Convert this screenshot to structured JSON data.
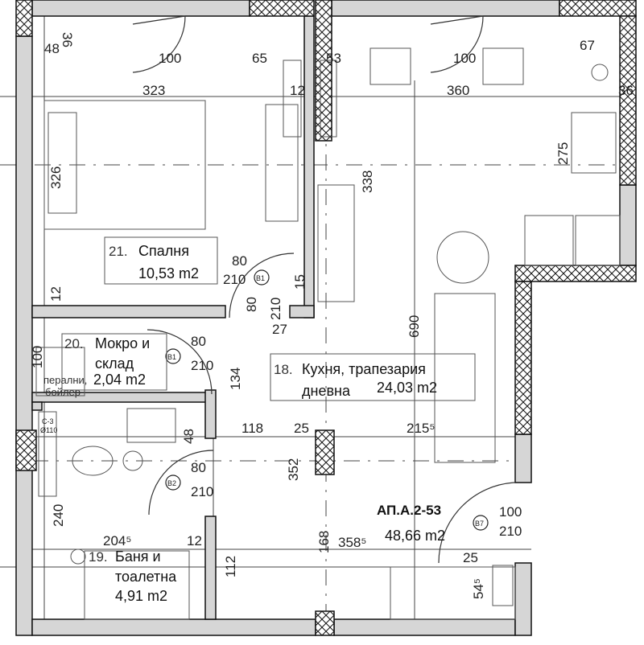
{
  "plan": {
    "apartment_id": "АП.А.2-53",
    "apartment_area": "48,66 m2",
    "rooms": [
      {
        "number": "21.",
        "name": "Спалня",
        "area": "10,53 m2"
      },
      {
        "number": "20.",
        "name_line1": "Мокро и",
        "name_line2": "склад",
        "area": "2,04 m2",
        "note_line1": "перални,",
        "note_line2": "бойлер"
      },
      {
        "number": "19.",
        "name_line1": "Баня и",
        "name_line2": "тоалетна",
        "area": "4,91 m2"
      },
      {
        "number": "18.",
        "name_line1": "Кухня, трапезария",
        "name_line2": "дневна",
        "area": "24,03 m2"
      }
    ],
    "doors": [
      {
        "tag": "B1",
        "width": "80",
        "height": "210"
      },
      {
        "tag": "B1",
        "width": "80",
        "height": "210"
      },
      {
        "tag": "B2",
        "width": "80",
        "height": "210"
      },
      {
        "tag": "B7",
        "width": "100",
        "height": "210"
      }
    ],
    "dimensions": [
      "36",
      "48",
      "100",
      "65",
      "53",
      "100",
      "67",
      "323",
      "12",
      "360",
      "36",
      "326",
      "338",
      "275",
      "12",
      "15",
      "80",
      "210",
      "27",
      "690",
      "100",
      "134",
      "118",
      "25",
      "215⁵",
      "48",
      "352",
      "240",
      "204⁵",
      "12",
      "168",
      "358⁵",
      "25",
      "112",
      "54⁵"
    ],
    "shaft_tag": "C-3",
    "shaft_sub": "Ø110"
  },
  "colors": {
    "wall": "#d6d6d6",
    "line": "#111111"
  }
}
